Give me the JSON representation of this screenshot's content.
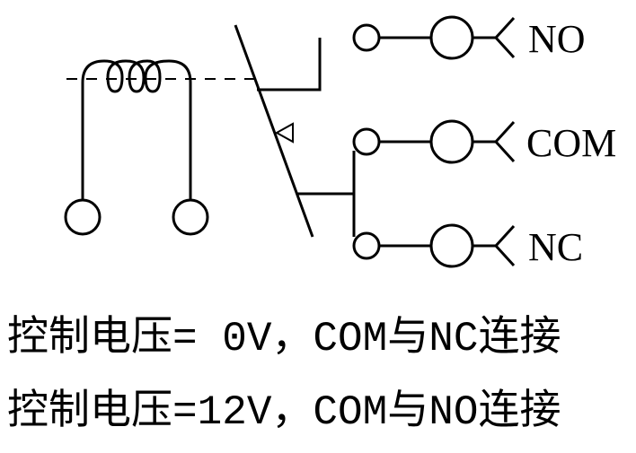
{
  "diagram": {
    "line_color": "#000000",
    "background": "#ffffff",
    "terminals": {
      "no_label": "NO",
      "com_label": "COM",
      "nc_label": "NC"
    }
  },
  "captions": {
    "voltage_0v": "控制电压= 0V，COM与NC连接",
    "voltage_12v": "控制电压=12V，COM与NO连接"
  }
}
